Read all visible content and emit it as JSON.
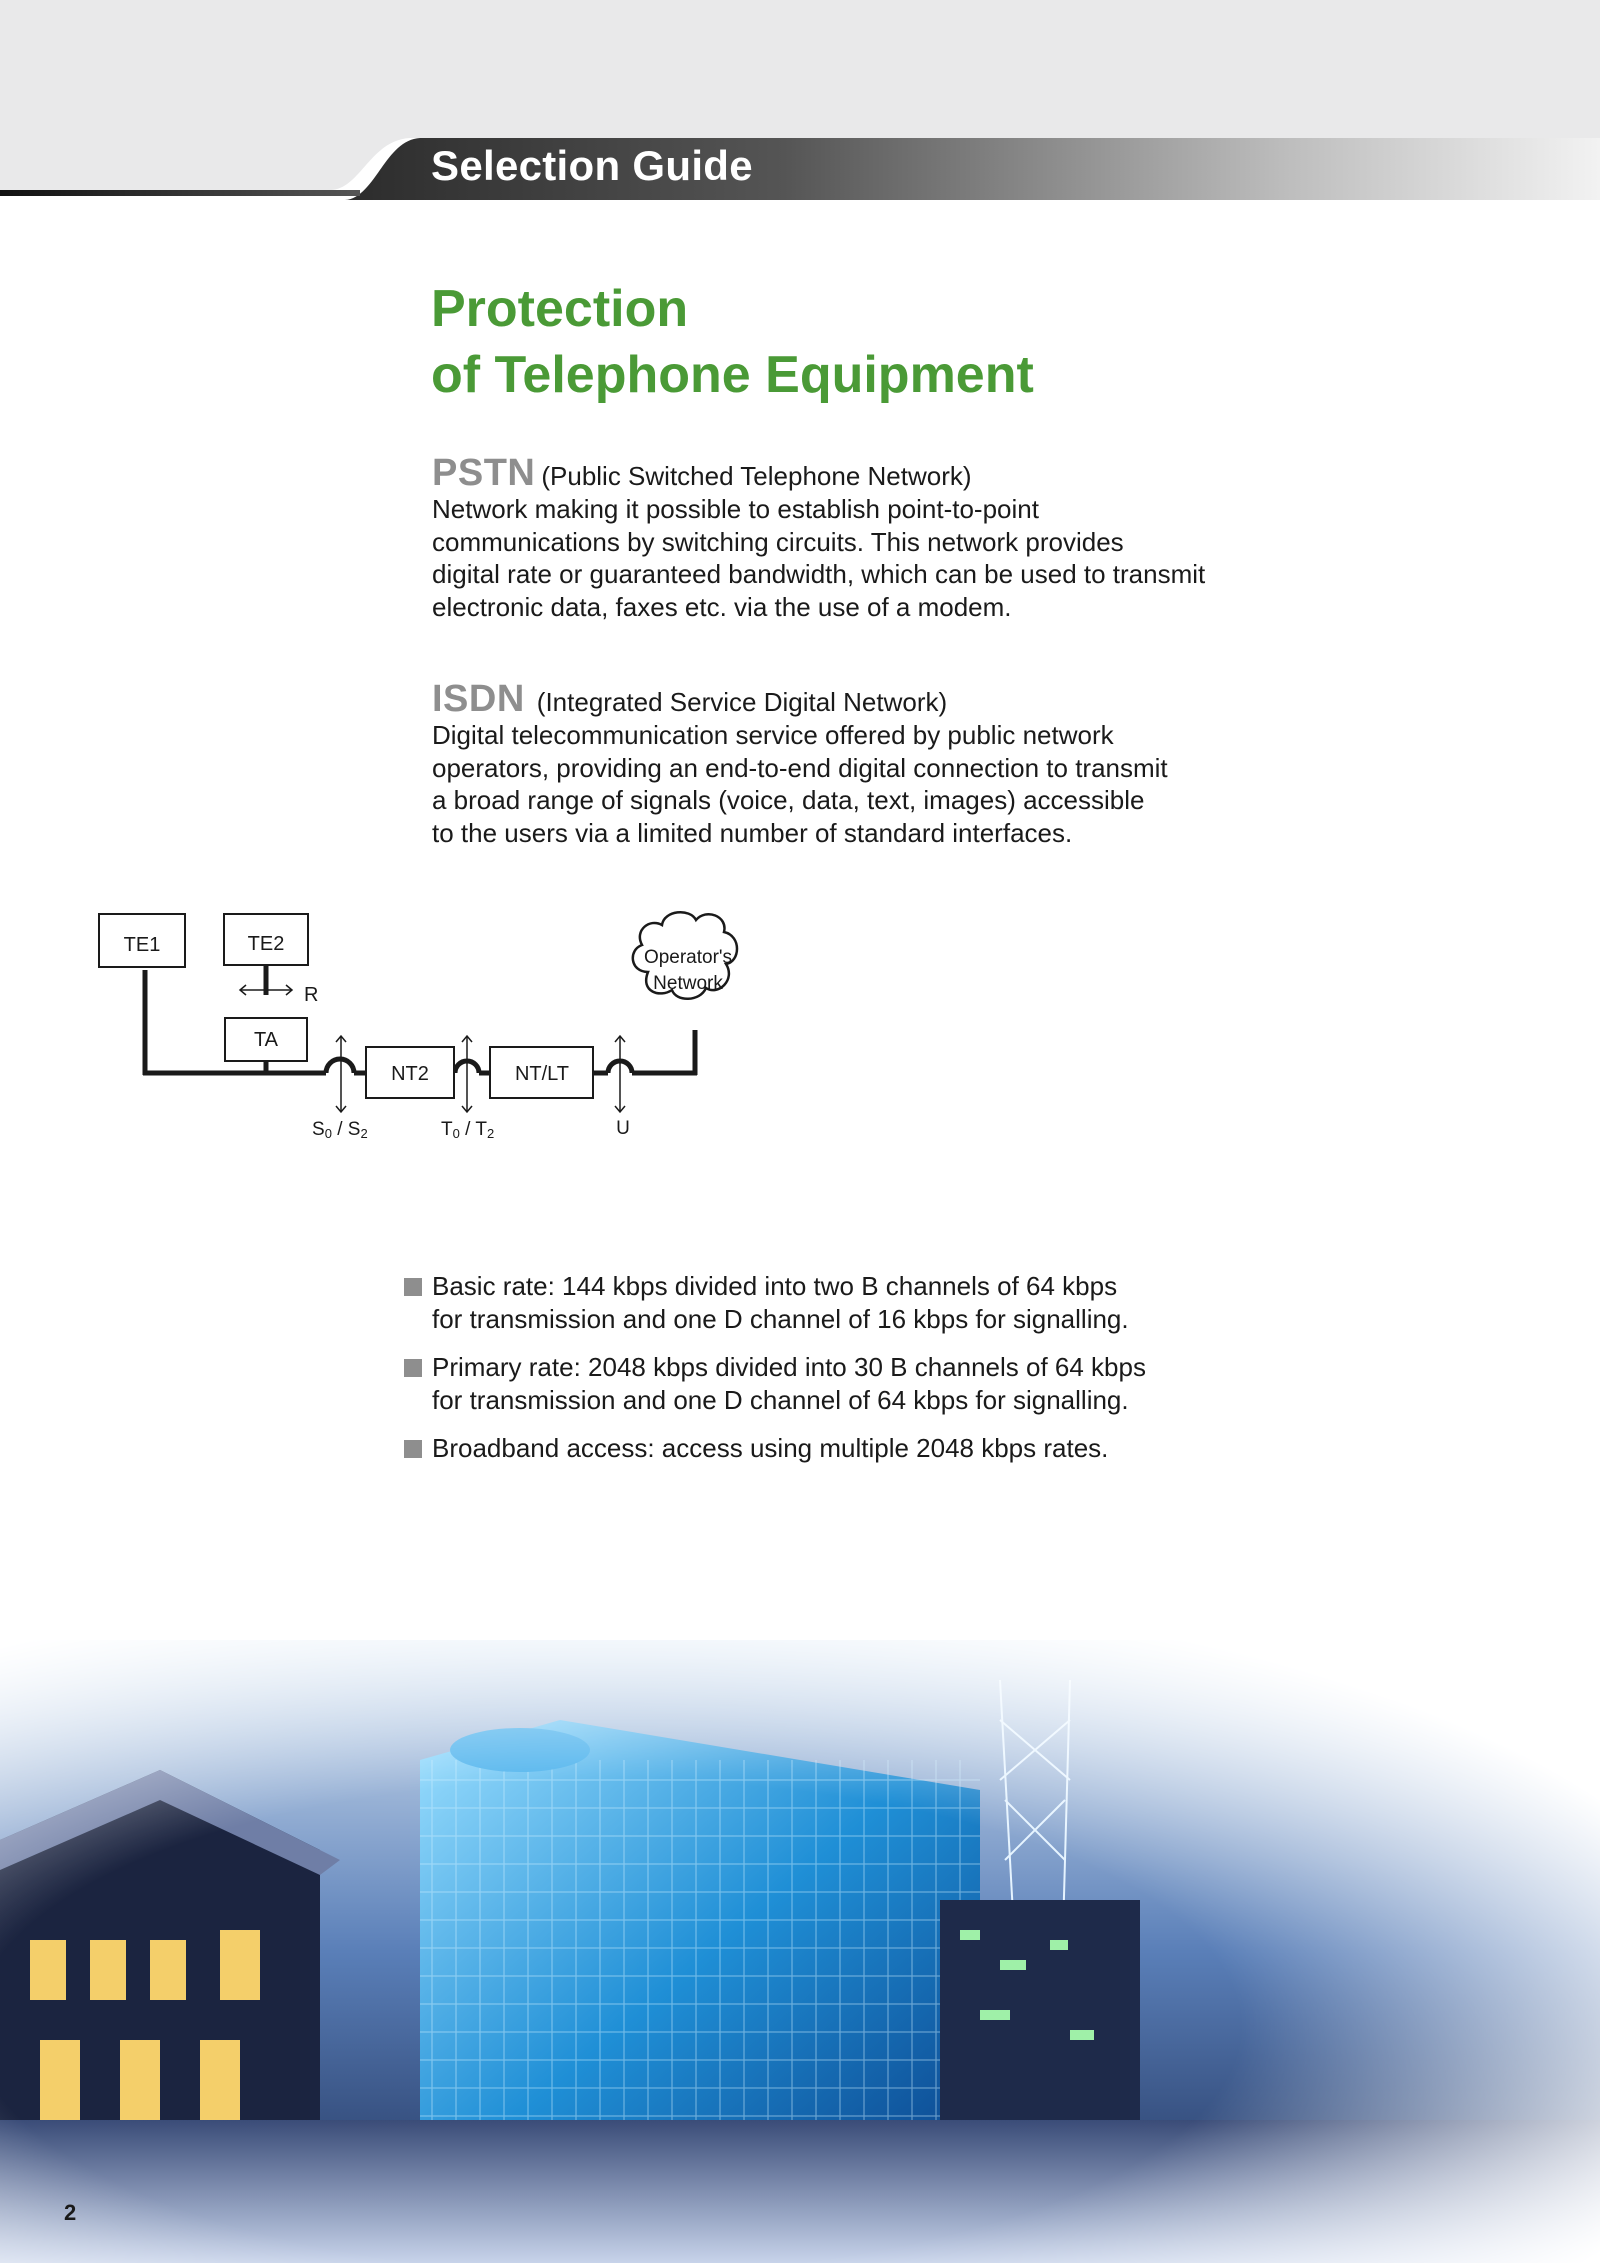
{
  "header": {
    "section_title": "Selection Guide"
  },
  "title": {
    "line1": "Protection",
    "line2": "of Telephone Equipment"
  },
  "pstn": {
    "acronym": "PSTN",
    "full_name": "(Public Switched Telephone Network)",
    "lines": [
      "Network making it possible to establish point-to-point",
      "communications by switching circuits. This network provides",
      "digital rate or guaranteed bandwidth, which can be used to transmit",
      "electronic data, faxes etc. via the use of a modem."
    ]
  },
  "isdn": {
    "acronym": "ISDN",
    "full_name": "(Integrated Service Digital Network)",
    "lines": [
      "Digital telecommunication service offered by public network",
      "operators, providing an end-to-end digital connection to transmit",
      "a broad range of signals (voice, data, text, images) accessible",
      "to the users via a limited number of standard interfaces."
    ]
  },
  "diagram": {
    "te1": "TE1",
    "te2": "TE2",
    "r": "R",
    "ta": "TA",
    "nt2": "NT2",
    "ntlt": "NT/LT",
    "cloud_line1": "Operator's",
    "cloud_line2": "Network",
    "s_main": "S",
    "s_sub0": "0",
    "s_slash": " / S",
    "s_sub2": "2",
    "t_main": "T",
    "t_sub0": "0",
    "t_slash": " / T",
    "t_sub2": "2",
    "u": "U"
  },
  "bullets": [
    {
      "lines": [
        "Basic rate: 144 kbps divided into two B channels of 64 kbps",
        "for transmission and one D channel of 16 kbps for signalling."
      ]
    },
    {
      "lines": [
        "Primary rate: 2048 kbps divided into 30 B channels of 64 kbps",
        "for transmission and one D channel of 64 kbps for signalling."
      ]
    },
    {
      "lines": [
        "Broadband access: access using multiple 2048 kbps rates."
      ]
    }
  ],
  "page_number": "2",
  "colors": {
    "title_green": "#4a9a36",
    "acronym_grey": "#8e8e8e",
    "header_dark": "#3a3a3a"
  }
}
